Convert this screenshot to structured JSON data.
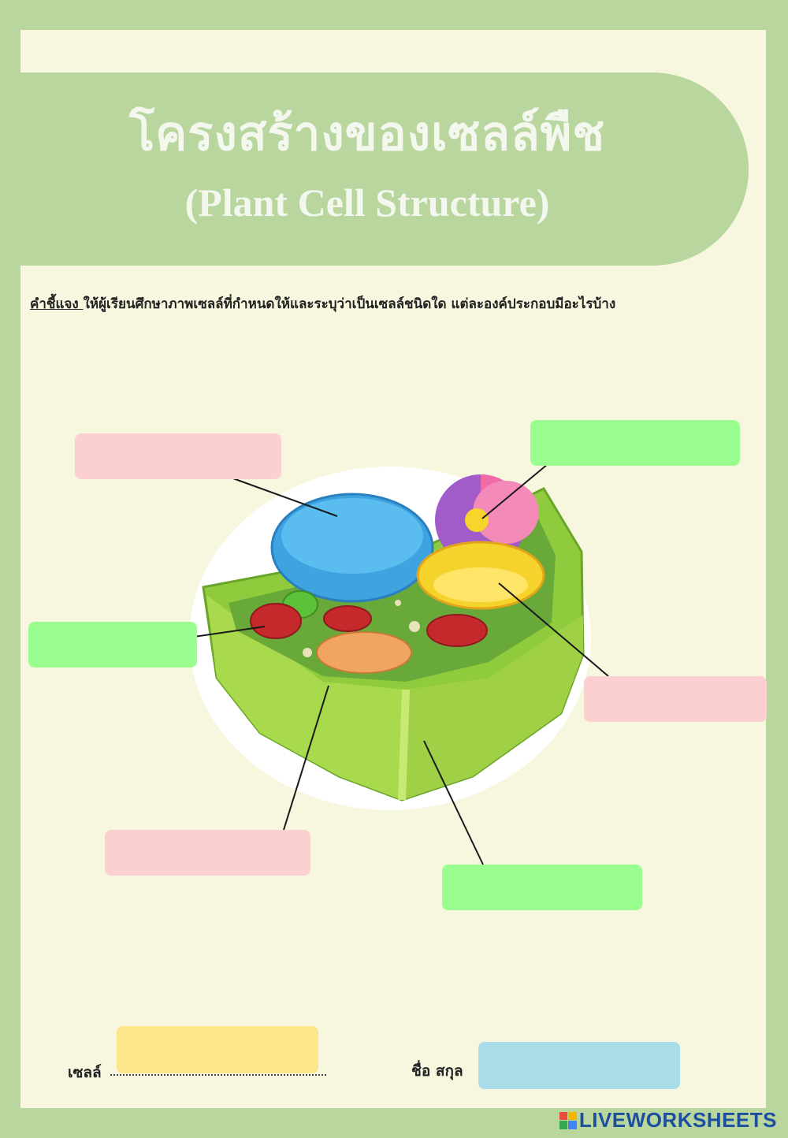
{
  "title": {
    "thai": "โครงสร้างของเซลล์พืช",
    "english": "(Plant Cell Structure)"
  },
  "instructions": {
    "label": "คำชี้แจง ",
    "text": "ให้ผู้เรียนศึกษาภาพเซลล์ที่กำหนดให้และระบุว่าเป็นเซลล์ชนิดใด แต่ละองค์ประกอบมีอะไรบ้าง"
  },
  "answer_boxes": [
    {
      "id": "box-vacuole",
      "color": "#fccfd1",
      "value": ""
    },
    {
      "id": "box-nucleus",
      "color": "#99fd8f",
      "value": ""
    },
    {
      "id": "box-mitochondria",
      "color": "#99fd8f",
      "value": ""
    },
    {
      "id": "box-golgi",
      "color": "#fccfd1",
      "value": ""
    },
    {
      "id": "box-cell-membrane",
      "color": "#fccfd1",
      "value": ""
    },
    {
      "id": "box-cell-wall",
      "color": "#99fd8f",
      "value": ""
    }
  ],
  "footer": {
    "cell_label": "เซลล์",
    "name_label": "ชื่อ สกุล"
  },
  "brand": {
    "text": "LIVEWORKSHEETS",
    "color": "#1d4f9f"
  },
  "colors": {
    "frame": "#b9d69f",
    "paper": "#f7f6df",
    "pink_box": "#fccfd1",
    "green_box": "#99fd8f",
    "yellow_box": "#fde68b",
    "blue_box": "#a9dde9"
  }
}
